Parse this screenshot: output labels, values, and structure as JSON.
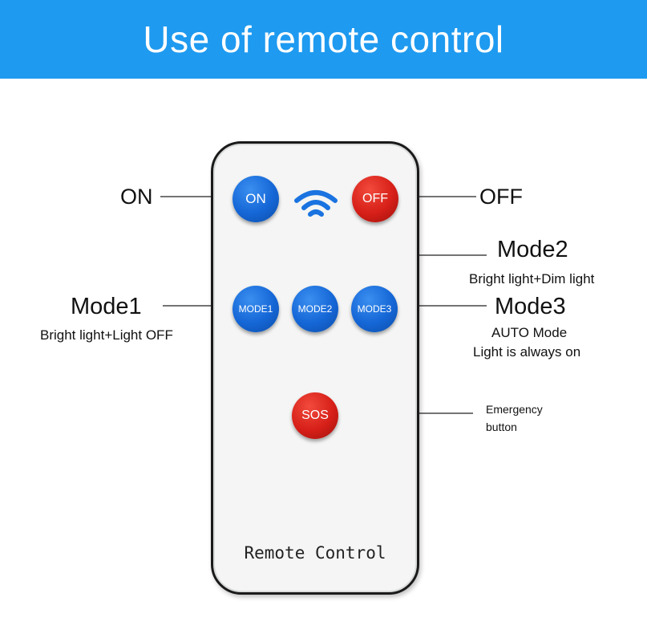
{
  "header": {
    "title": "Use of remote control"
  },
  "remote": {
    "label": "Remote Control",
    "buttons": {
      "on": "ON",
      "off": "OFF",
      "mode1": "MODE1",
      "mode2": "MODE2",
      "mode3": "MODE3",
      "sos": "SOS"
    }
  },
  "callouts": {
    "on": "ON",
    "off": "OFF",
    "mode1": {
      "title": "Mode1",
      "desc": "Bright light+Light OFF"
    },
    "mode2": {
      "title": "Mode2",
      "desc": "Bright light+Dim light"
    },
    "mode3": {
      "title": "Mode3",
      "desc_line1": "AUTO Mode",
      "desc_line2": "Light is always on"
    },
    "sos": {
      "line1": "Emergency",
      "line2": "button"
    }
  },
  "colors": {
    "header": "#1e9af0",
    "blue_button": "#1566d6",
    "red_button": "#d61f18"
  },
  "icons": {
    "signal": "wifi-icon"
  }
}
